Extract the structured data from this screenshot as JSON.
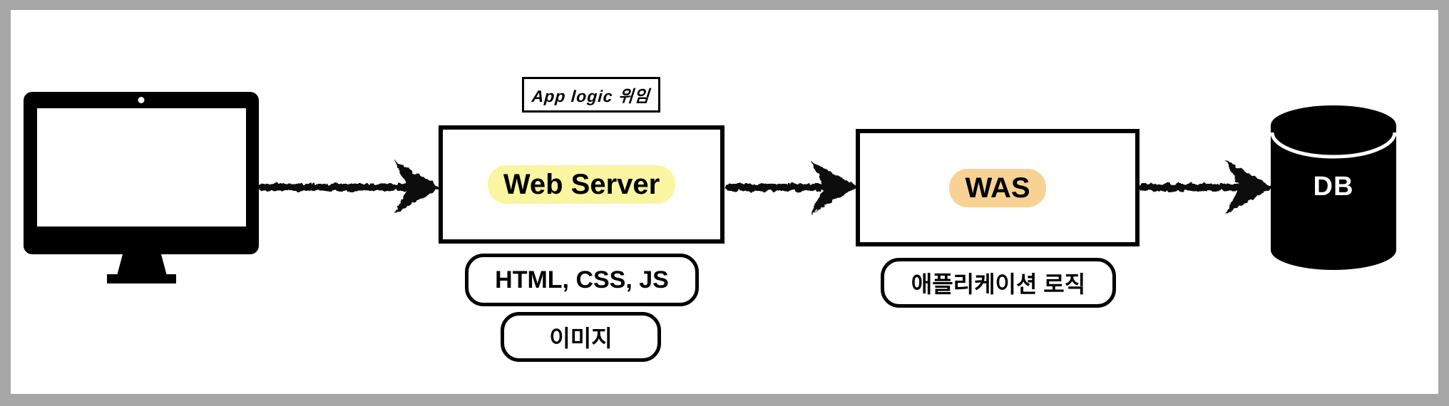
{
  "diagram": {
    "title_note": {
      "text": "App logic 위임"
    },
    "nodes": {
      "client": {
        "label": "",
        "icon": "monitor-icon"
      },
      "web_server": {
        "label": "Web Server",
        "highlight_color": "#faf5a0"
      },
      "was": {
        "label": "WAS",
        "highlight_color": "#f8d295"
      },
      "db": {
        "label": "DB",
        "icon": "database-cylinder-icon"
      }
    },
    "web_server_tags": [
      "HTML, CSS, JS",
      "이미지"
    ],
    "was_tags": [
      "애플리케이션 로직"
    ],
    "edges": [
      {
        "from": "client",
        "to": "web_server",
        "style": "sketchy-arrow"
      },
      {
        "from": "web_server",
        "to": "was",
        "style": "sketchy-arrow"
      },
      {
        "from": "was",
        "to": "db",
        "style": "sketchy-arrow"
      }
    ],
    "colors": {
      "frame_gray": "#a6a6a6",
      "paper": "#ffffff",
      "ink": "#000000",
      "db_text": "#ffffff"
    }
  }
}
